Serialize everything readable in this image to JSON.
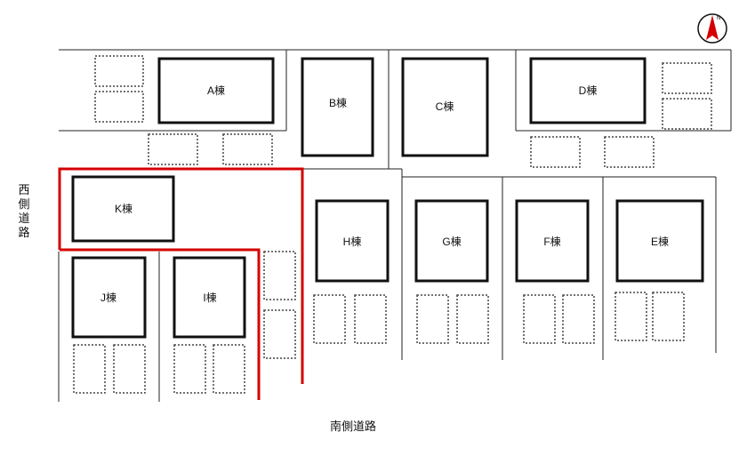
{
  "north_label": "N",
  "roads": {
    "west": "西側道路",
    "south": "南側道路"
  },
  "buildings": {
    "A": "A棟",
    "B": "B棟",
    "C": "C棟",
    "D": "D棟",
    "E": "E棟",
    "F": "F棟",
    "G": "G棟",
    "H": "H棟",
    "I": "I棟",
    "J": "J棟",
    "K": "K棟"
  },
  "colors": {
    "highlight": "#d40000",
    "compass": "#d40000"
  }
}
